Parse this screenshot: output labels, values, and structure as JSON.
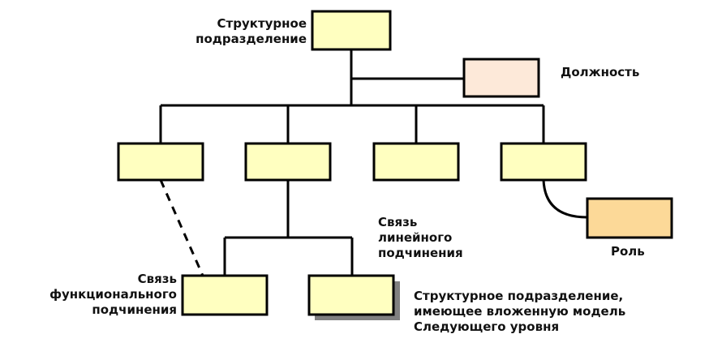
{
  "colors": {
    "unit_fill": "#ffffc0",
    "position_fill": "#fde9d9",
    "role_fill": "#fcd998",
    "line": "#000000",
    "shadow": "#808080"
  },
  "labels": {
    "top_unit": [
      "Структурное",
      "подразделение"
    ],
    "position": "Должность",
    "role": "Роль",
    "linear_link": [
      "Связь",
      "линейного",
      "подчинения"
    ],
    "functional_link": [
      "Связь",
      "функционального",
      "подчинения"
    ],
    "nested_unit": [
      "Структурное подразделение,",
      "имеющее вложенную модель",
      "Следующего уровня"
    ]
  }
}
